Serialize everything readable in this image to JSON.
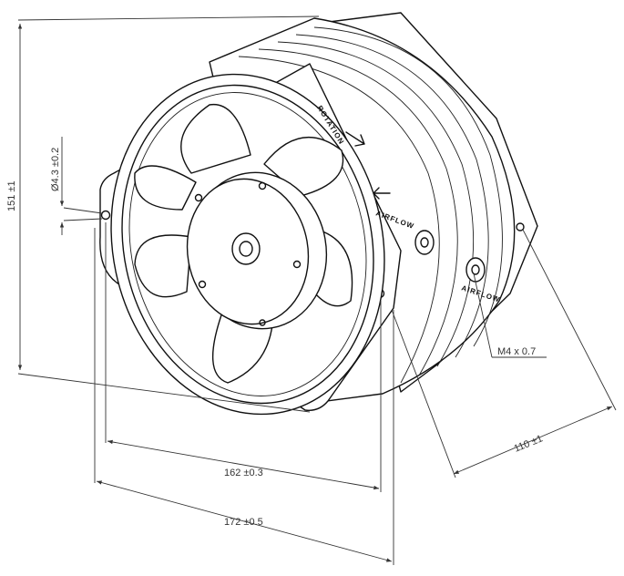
{
  "dimensions": {
    "height": "151 ±1",
    "hole": "Ø4.3 ±0.2",
    "hole_pitch": "162 ±0.3",
    "flange_width": "172 ±0.5",
    "depth": "110 ±1",
    "thread": "M4 x 0.7"
  },
  "markings": {
    "rotation": "ROTATION",
    "airflow": "AIRFLOW",
    "airflow_side": "AIRFLOW"
  },
  "colors": {
    "line": "#111111",
    "dimension": "#333333",
    "background": "#ffffff"
  }
}
